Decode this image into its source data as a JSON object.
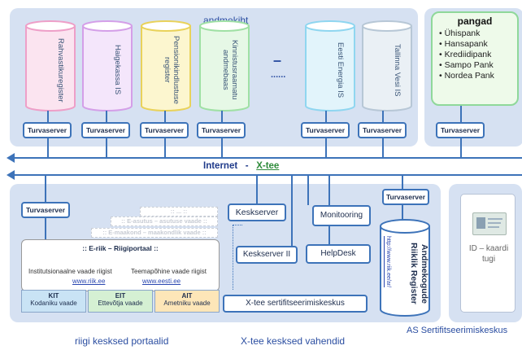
{
  "top": {
    "title": "andmekiht",
    "databases": [
      {
        "label": "Rahvastikuregister",
        "color": "#ee9fc8",
        "fill": "#fbe4f0"
      },
      {
        "label": "Haigekassa IS",
        "color": "#d49fe8",
        "fill": "#f4e6fb"
      },
      {
        "label": "Pensionikindlustuse register",
        "color": "#e9d25a",
        "fill": "#fcf6cf"
      },
      {
        "label": "Kinnistusraamatu andmebaas",
        "color": "#9fe0a4",
        "fill": "#e6f8e6"
      },
      {
        "label": "Eesti Energia IS",
        "color": "#8fd6f0",
        "fill": "#e2f4fb"
      },
      {
        "label": "Tallinna Vesi IS",
        "color": "#b7c7d6",
        "fill": "#eaf0f5"
      }
    ],
    "dash": "–",
    "ellipsis": "......",
    "server_label": "Turvaserver"
  },
  "banks": {
    "title": "pangad",
    "items": [
      "Ühispank",
      "Hansapank",
      "Krediidipank",
      "Sampo Pank",
      "Nordea Pank"
    ],
    "server_label": "Turvaserver"
  },
  "bus": {
    "internet": "Internet",
    "sep": "-",
    "xtee": "X-tee"
  },
  "portal": {
    "server_label": "Turvaserver",
    "stack": [
      ":: ... ::",
      ":: E-asutus – asutuse vaade ::",
      ":: E-maakond – maakondlik vaade ::"
    ],
    "title": ":: E-riik – Riigiportaal ::",
    "inst_text": "Institutsionaalne vaade riigist",
    "inst_link": "www.riik.ee",
    "topic_text": "Teemapõhine vaade riigist",
    "topic_link": "www.eesti.ee",
    "views": [
      {
        "code": "KIT",
        "name": "Kodaniku vaade",
        "bg": "#c9e3f5"
      },
      {
        "code": "EIT",
        "name": "Ettevõtja vaade",
        "bg": "#d5f0d3"
      },
      {
        "code": "AIT",
        "name": "Ametniku vaade",
        "bg": "#fde6b8"
      }
    ],
    "caption": "riigi kesksed portaalid"
  },
  "central": {
    "keskserver": "Keskserver",
    "keskserver2": "Keskserver II",
    "monitooring": "Monitooring",
    "helpdesk": "HelpDesk",
    "cert": "X-tee sertifitseerimiskeskus",
    "server_label": "Turvaserver",
    "registry": "Andmekogude Riiklik Register",
    "registry_link": "http://www.riik.ee/ar/",
    "caption": "X-tee kesksed vahendid"
  },
  "idcard": {
    "label": "ID – kaardi tugi",
    "caption": "AS Sertifitseerimiskeskus"
  }
}
